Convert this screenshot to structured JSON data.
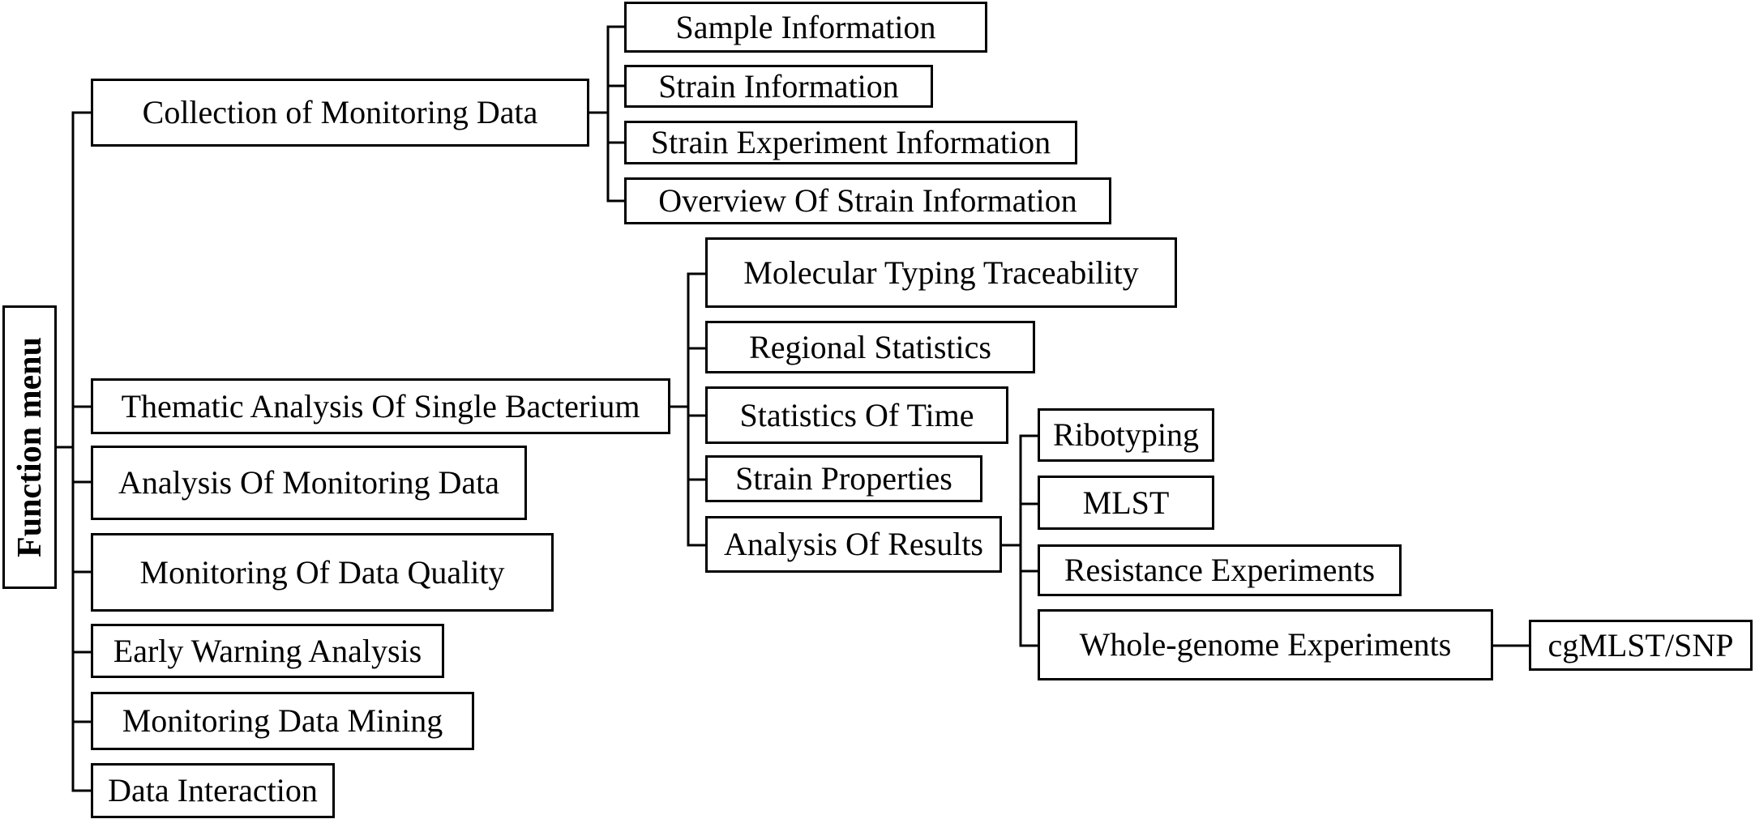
{
  "root": "Function menu",
  "level1": {
    "collection": "Collection of Monitoring Data",
    "thematic": "Thematic Analysis Of Single Bacterium",
    "analysis_monitoring": "Analysis Of  Monitoring Data",
    "data_quality": "Monitoring Of  Data Quality",
    "early_warning": "Early Warning Analysis",
    "data_mining": "Monitoring Data Mining",
    "data_interaction": "Data Interaction"
  },
  "collection_children": {
    "sample_info": "Sample Information",
    "strain_info": "Strain Information",
    "strain_experiment_info": "Strain Experiment Information",
    "overview": "Overview Of Strain Information"
  },
  "thematic_children": {
    "molecular_typing": "Molecular Typing Traceability",
    "regional_statistics": "Regional Statistics",
    "statistics_time": "Statistics Of  Time",
    "strain_properties": "Strain Properties",
    "analysis_results": "Analysis Of Results"
  },
  "results_children": {
    "ribotyping": "Ribotyping",
    "mlst": "MLST",
    "resistance": "Resistance Experiments",
    "whole_genome": "Whole-genome Experiments"
  },
  "whole_genome_children": {
    "cgmlst_snp": "cgMLST/SNP"
  }
}
